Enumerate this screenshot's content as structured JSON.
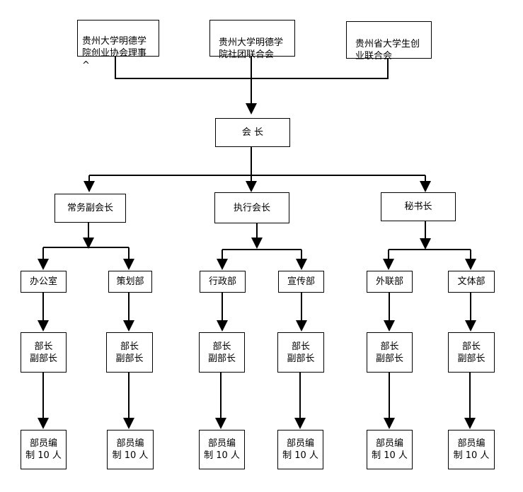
{
  "top": {
    "org1": "贵州大学明德学\n院创业协会理事\n^",
    "org2": "贵州大学明德学\n院社团联合会",
    "org3": "贵州省大学生创\n业联合会"
  },
  "president": "会    长",
  "vice": {
    "left": "常务副会长",
    "middle": "执行会长",
    "right": "秘书长"
  },
  "departments": [
    "办公室",
    "策划部",
    "行政部",
    "宣传部",
    "外联部",
    "文体部"
  ],
  "leaders": "部长\n副部长",
  "members": "部员编\n制 10 人"
}
